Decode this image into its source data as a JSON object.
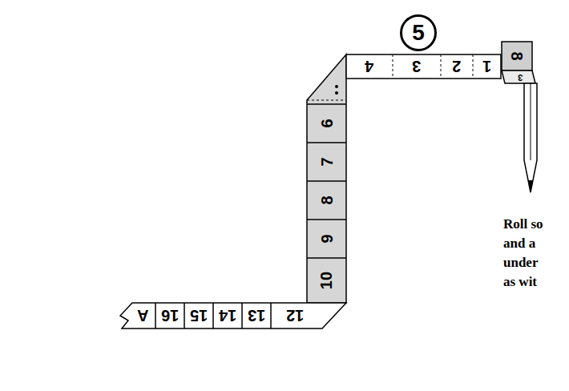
{
  "diagram": {
    "nodes": [
      {
        "text": [
          "5"
        ]
      },
      {
        "text": [
          "4"
        ]
      },
      {
        "text": [
          "3"
        ]
      },
      {
        "text": [
          "2"
        ]
      },
      {
        "text": [
          "1"
        ]
      },
      {
        "text": [
          "8",
          "3"
        ]
      },
      {
        "text": [
          "6"
        ]
      },
      {
        "text": [
          "7"
        ]
      },
      {
        "text": [
          "8"
        ]
      },
      {
        "text": [
          "9"
        ]
      },
      {
        "text": [
          "10"
        ]
      },
      {
        "text": [
          "A"
        ]
      },
      {
        "text": [
          "16"
        ]
      },
      {
        "text": [
          "15"
        ]
      },
      {
        "text": [
          "14"
        ]
      },
      {
        "text": [
          "13"
        ]
      },
      {
        "text": [
          "12"
        ]
      }
    ],
    "labels": [
      "Roll so",
      "and a",
      "under",
      "as wit"
    ]
  }
}
